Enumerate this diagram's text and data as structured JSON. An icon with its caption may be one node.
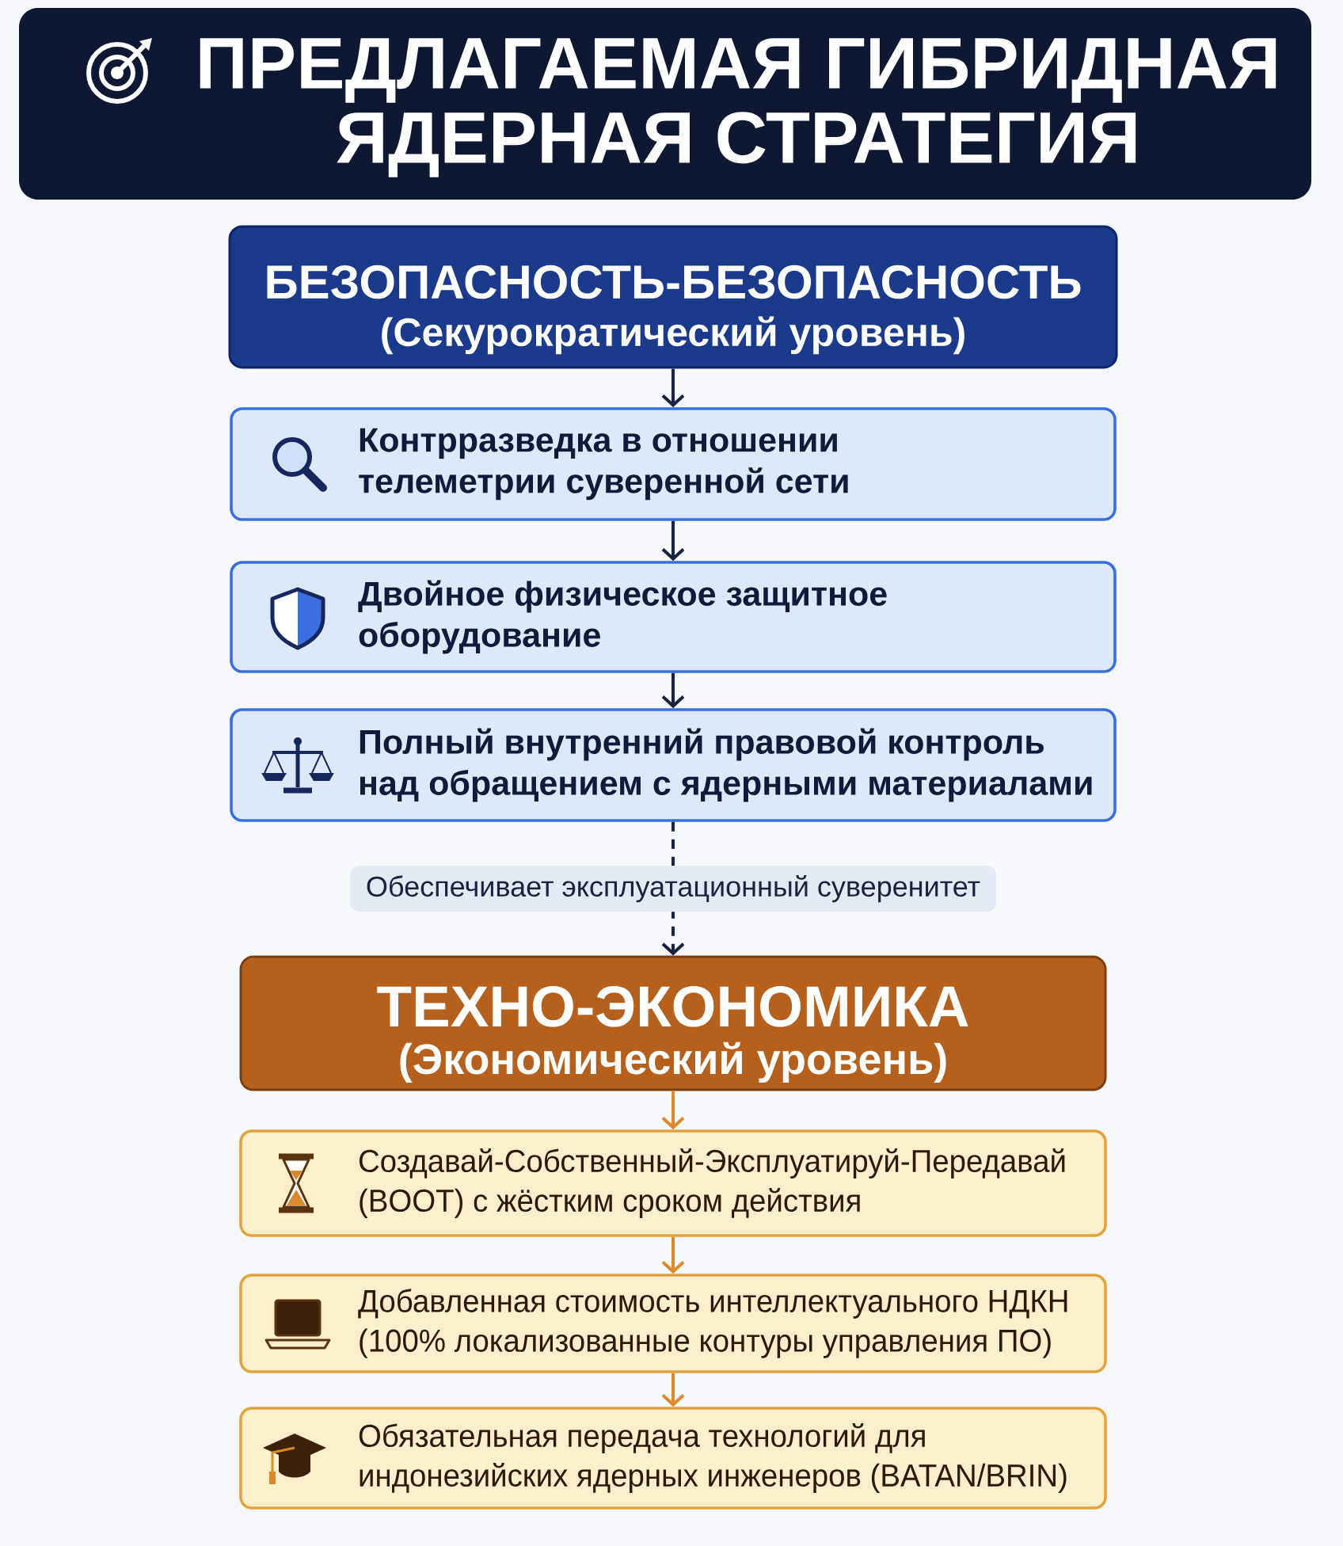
{
  "diagram": {
    "title": "ПРЕДЛАГАЕМАЯ ГИБРИДНАЯ ЯДЕРНАЯ СТРАТЕГИЯ",
    "nodes": [
      {
        "text": [
          "БЕЗОПАСНОСТЬ-БЕЗОПАСНОСТЬ",
          "(Секурократический уровень)"
        ]
      },
      {
        "text": [
          "Контрразведка в отношении телеметрии суверенной сети"
        ]
      },
      {
        "text": [
          "Двойное физическое защитное оборудование"
        ]
      },
      {
        "text": [
          "Полный внутренний правовой контроль над обращением с ядерными материалами"
        ]
      },
      {
        "text": [
          "ТЕХНО-ЭКОНОМИКА",
          "(Экономический уровень)"
        ]
      },
      {
        "text": [
          "Создавай-Собственный-Эксплуатируй-Передавай (BOOT) с жёстким сроком действия"
        ]
      },
      {
        "text": [
          "Добавленная стоимость интеллектуального НДКН (100% локализованные контуры управления ПО)"
        ]
      },
      {
        "text": [
          "Обязательная передача технологий для индонезийских ядерных инженеров (BATAN/BRIN)"
        ]
      }
    ],
    "edges": [
      {
        "from": 0,
        "to": 1,
        "arrow": "to"
      },
      {
        "from": 1,
        "to": 2,
        "arrow": "to"
      },
      {
        "from": 2,
        "to": 3,
        "arrow": "to"
      },
      {
        "from": 3,
        "to": 4,
        "arrow": "to",
        "label": "Обеспечивает эксплуатационный суверенитет",
        "style": "dashed"
      },
      {
        "from": 4,
        "to": 5,
        "arrow": "to",
        "color": "#dc8a28"
      },
      {
        "from": 5,
        "to": 6,
        "arrow": "to",
        "color": "#dc8a28"
      },
      {
        "from": 6,
        "to": 7,
        "arrow": "to",
        "color": "#dc8a28"
      }
    ]
  }
}
